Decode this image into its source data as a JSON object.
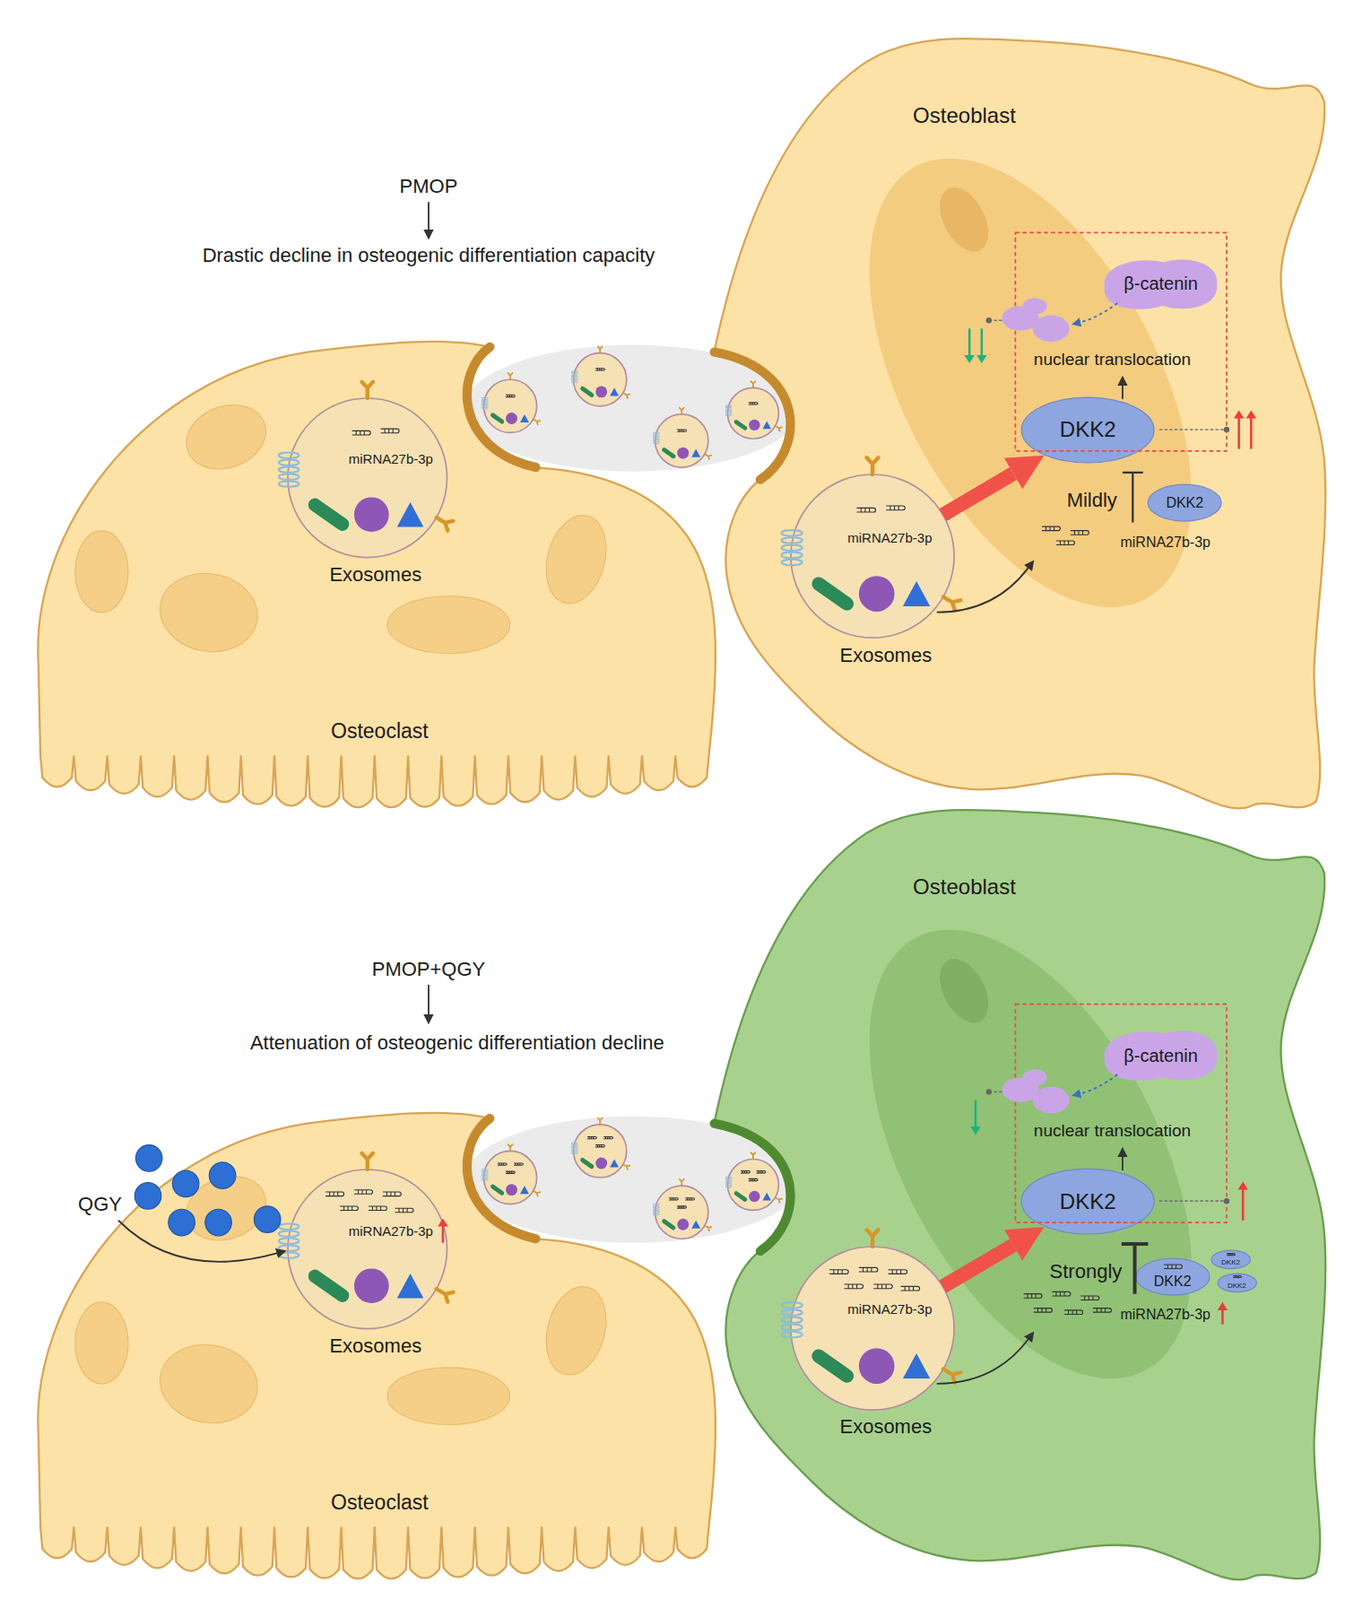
{
  "diagram": {
    "nodes": [
      {
        "text": [
          "Osteoclast"
        ]
      },
      {
        "text": [
          "miRNA27b-3p",
          "Exosomes"
        ],
        "in": 0
      },
      {
        "text": [
          "Osteoblast"
        ]
      },
      {
        "text": [
          "β-catenin"
        ],
        "in": 2
      },
      {
        "text": [
          "DKK2"
        ],
        "in": 2
      },
      {
        "text": [
          "DKK2"
        ],
        "in": 2
      },
      {
        "text": [
          "miRNA27b-3p",
          "Exosomes"
        ],
        "in": 2
      },
      {
        "text": [
          "Osteoclast"
        ]
      },
      {
        "text": [
          "miRNA27b-3p",
          "Exosomes"
        ],
        "in": 7
      },
      {
        "text": [
          "Osteoblast"
        ]
      },
      {
        "text": [
          "β-catenin"
        ],
        "in": 9
      },
      {
        "text": [
          "DKK2"
        ],
        "in": 9
      },
      {
        "text": [
          "DKK2"
        ],
        "in": 9
      },
      {
        "text": [
          "DKK2"
        ],
        "in": 9
      },
      {
        "text": [
          "DKK2"
        ],
        "in": 9
      },
      {
        "text": [
          "miRNA27b-3p",
          "Exosomes"
        ],
        "in": 9
      }
    ],
    "edges": [
      {
        "from": 6,
        "to": 4,
        "arrow": "to"
      },
      {
        "from": 15,
        "to": 11,
        "arrow": "to"
      }
    ],
    "labels": [
      "PMOP",
      "Drastic decline in osteogenic differentiation capacity",
      "nuclear translocation",
      "Mildly",
      "miRNA27b-3p",
      "PMOP+QGY",
      "Attenuation of osteogenic differentiation decline",
      "QGY",
      "nuclear translocation",
      "Strongly",
      "miRNA27b-3p"
    ]
  }
}
